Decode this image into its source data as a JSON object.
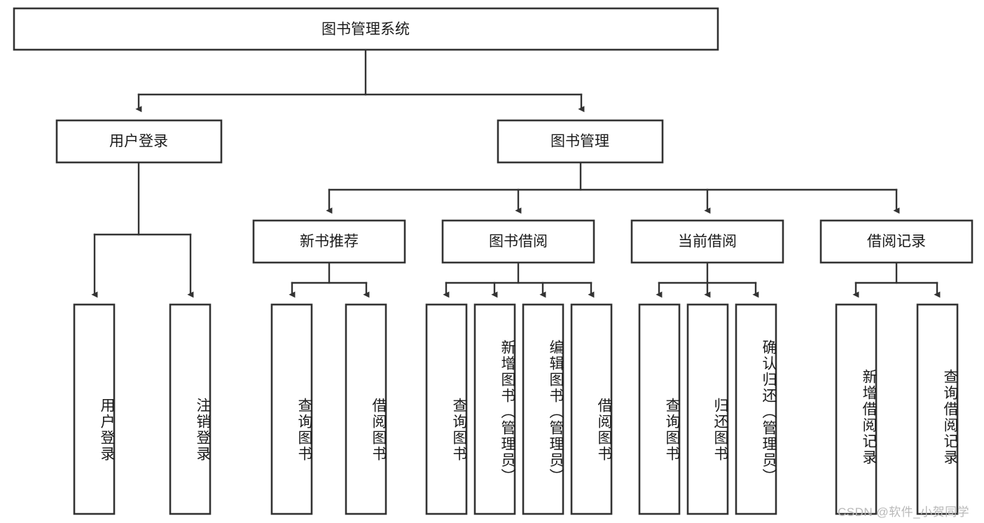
{
  "diagram": {
    "title": "图书管理系统",
    "type": "tree-hierarchy",
    "watermark": "CSDN @软件_小贺同学",
    "colors": {
      "stroke": "#333333",
      "fill": "#ffffff",
      "text": "#1b1b1b",
      "watermark": "#b9b9b9"
    },
    "levels": {
      "root": {
        "label": "图书管理系统"
      },
      "level2": [
        {
          "label": "用户登录"
        },
        {
          "label": "图书管理"
        }
      ],
      "level3": [
        {
          "label": "新书推荐"
        },
        {
          "label": "图书借阅"
        },
        {
          "label": "当前借阅"
        },
        {
          "label": "借阅记录"
        }
      ],
      "leaves": {
        "user_login": [
          {
            "label": "用户登录"
          },
          {
            "label": "注销登录"
          }
        ],
        "new_book": [
          {
            "label": "查询图书"
          },
          {
            "label": "借阅图书"
          }
        ],
        "book_borrow": [
          {
            "label": "查询图书"
          },
          {
            "label": "新增图书（管理员）"
          },
          {
            "label": "编辑图书（管理员）"
          },
          {
            "label": "借阅图书"
          }
        ],
        "current_borrow": [
          {
            "label": "查询图书"
          },
          {
            "label": "归还图书"
          },
          {
            "label": "确认归还（管理员）"
          }
        ],
        "borrow_record": [
          {
            "label": "新增借阅记录"
          },
          {
            "label": "查询借阅记录"
          }
        ]
      }
    }
  }
}
